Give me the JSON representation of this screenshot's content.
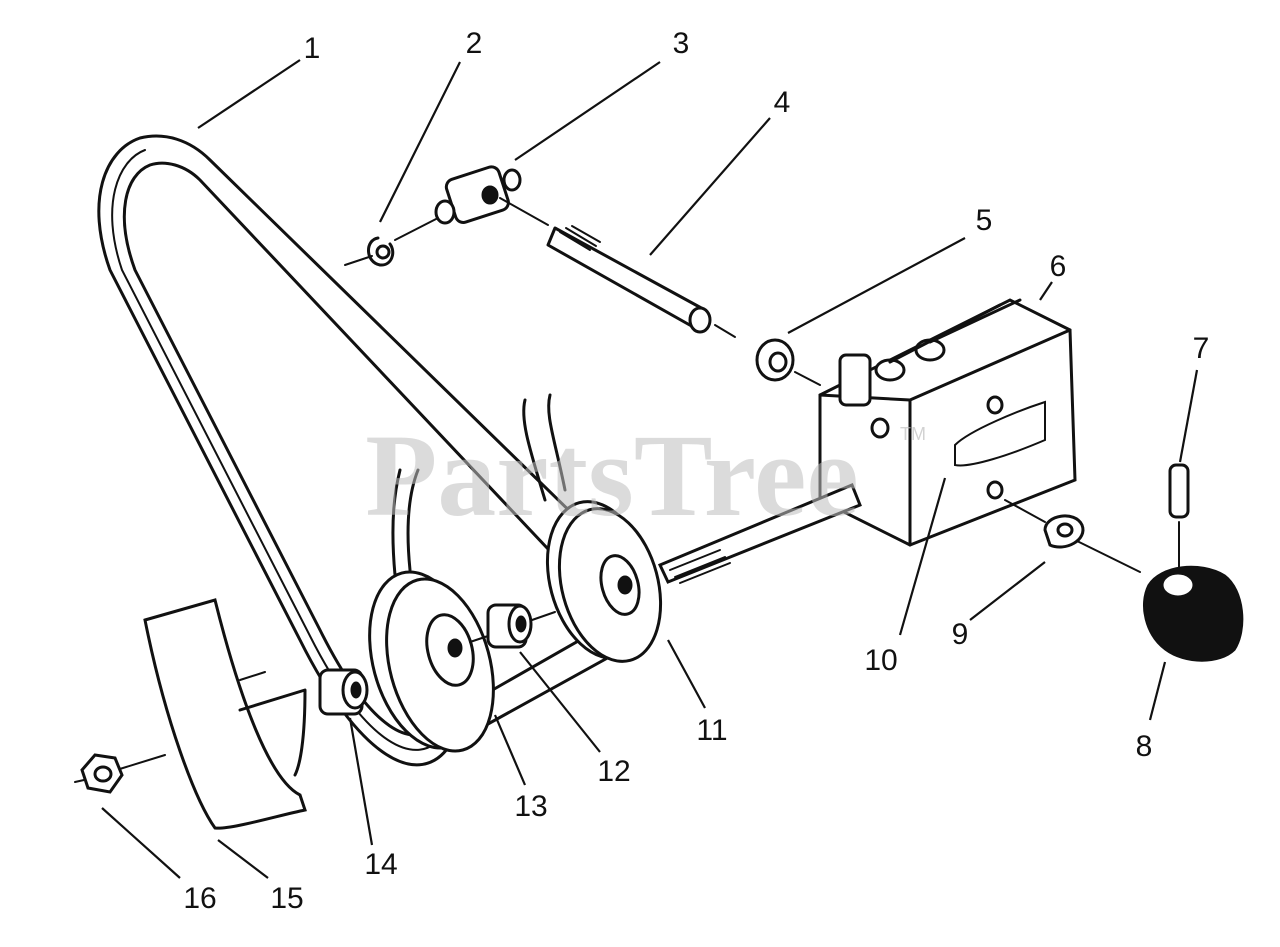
{
  "watermark": {
    "text": "PartsTree",
    "trademark": "TM"
  },
  "callouts": [
    "1",
    "2",
    "3",
    "4",
    "5",
    "6",
    "7",
    "8",
    "9",
    "10",
    "11",
    "12",
    "13",
    "14",
    "15",
    "16"
  ],
  "colors": {
    "ink": "#111111",
    "watermark": "#bfbfbf",
    "background": "#ffffff"
  }
}
